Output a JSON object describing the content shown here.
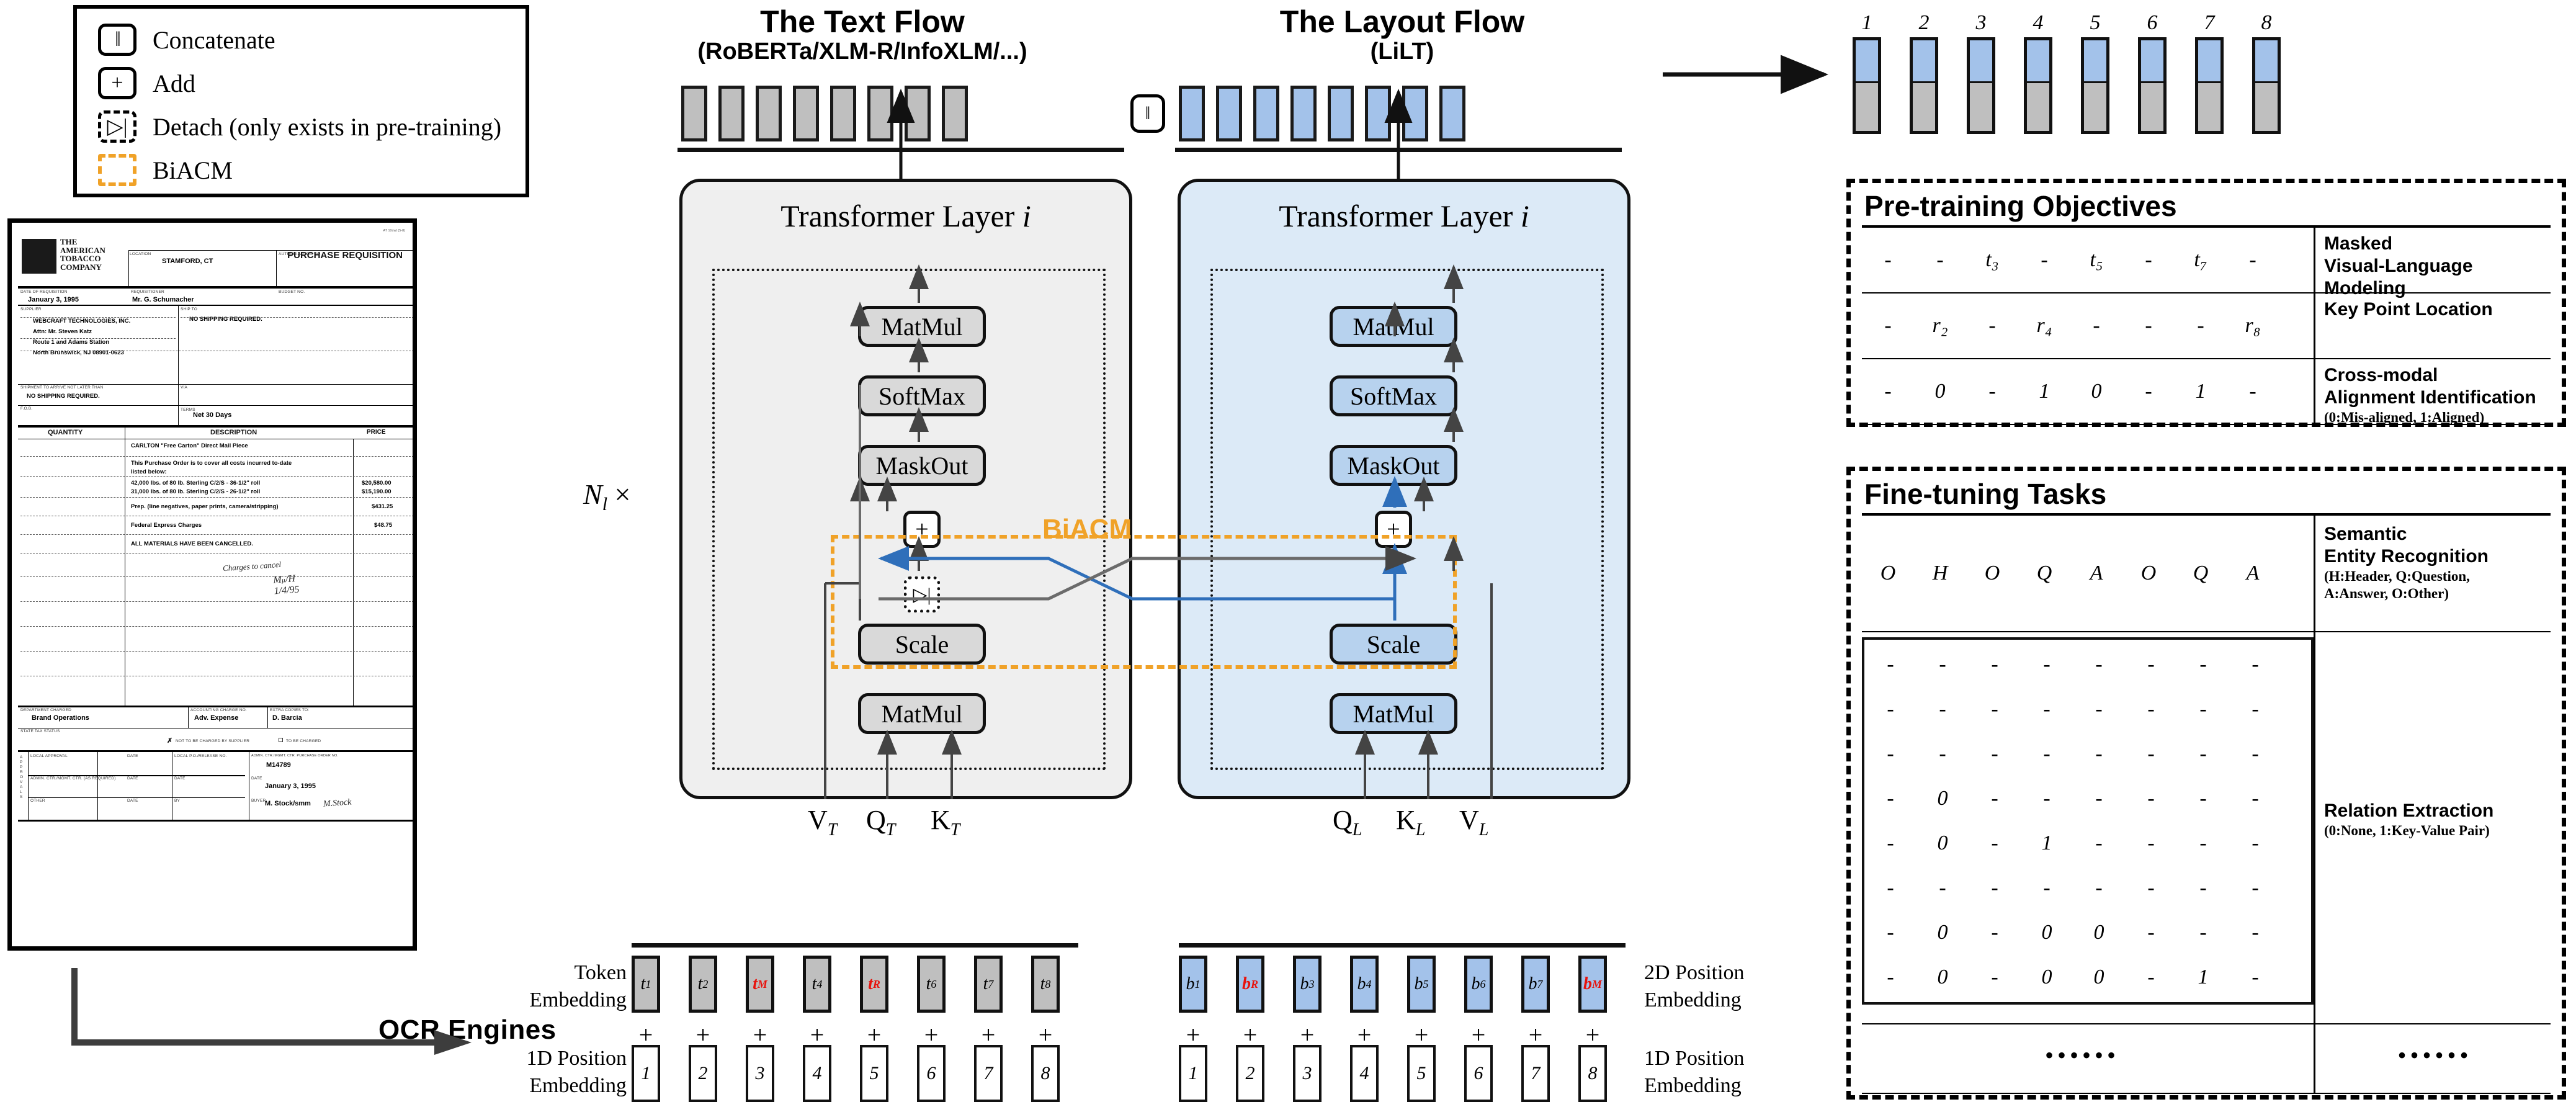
{
  "legend": {
    "items": [
      {
        "symbol": "‖",
        "label": "Concatenate",
        "style": "solid"
      },
      {
        "symbol": "+",
        "label": "Add",
        "style": "solid"
      },
      {
        "symbol": "▷|",
        "label": "Detach (only exists in pre-training)",
        "style": "dashed"
      },
      {
        "symbol": "",
        "label": "BiACM",
        "style": "orange"
      }
    ]
  },
  "document": {
    "company_lines": [
      "THE",
      "AMERICAN",
      "TOBACCO",
      "COMPANY"
    ],
    "form_title": "PURCHASE REQUISITION",
    "top_right_note": "AT 10cwt (5-8)",
    "fields": [
      {
        "label": "LOCATION",
        "value": "STAMFORD, CT"
      },
      {
        "label": "AUTHORIZATION NO.",
        "value": ""
      },
      {
        "label": "DATE OF REQUISITION",
        "value": "January 3, 1995"
      },
      {
        "label": "REQUISITIONER",
        "value": "Mr. G. Schumacher"
      },
      {
        "label": "BUDGET NO.",
        "value": ""
      },
      {
        "label": "SUPPLIER",
        "value": ""
      },
      {
        "label": "SHIP TO",
        "value": "NO SHIPPING REQUIRED."
      },
      {
        "label": "SHIPMENT TO ARRIVE NOT LATER THAN",
        "value": "NO SHIPPING REQUIRED."
      },
      {
        "label": "VIA",
        "value": ""
      },
      {
        "label": "F.O.B.",
        "value": ""
      },
      {
        "label": "TERMS",
        "value": "Net 30 Days"
      }
    ],
    "supplier_lines": [
      "WEBCRAFT TECHNOLOGIES, INC.",
      "Attn: Mr. Steven Katz",
      "Route 1 and Adams Station",
      "North Brunswick, NJ 08901-0623"
    ],
    "table_headers": [
      "QUANTITY",
      "DESCRIPTION",
      "PRICE"
    ],
    "line_items": [
      {
        "desc": "CARLTON \"Free Carton\" Direct Mail Piece",
        "price": ""
      },
      {
        "desc": "This Purchase Order is to cover all costs incurred to-date",
        "price": ""
      },
      {
        "desc": "listed below:",
        "price": ""
      },
      {
        "desc": "42,000 lbs. of 80 lb. Sterling C/2/S - 36-1/2\" roll",
        "price": "$20,580.00"
      },
      {
        "desc": "31,000 lbs. of 80 lb. Sterling C/2/S - 26-1/2\" roll",
        "price": "$15,190.00"
      },
      {
        "desc": "Prep. (line negatives, paper prints, camera/stripping)",
        "price": "$431.25"
      },
      {
        "desc": "Federal Express Charges",
        "price": "$48.75"
      },
      {
        "desc": "ALL MATERIALS HAVE BEEN CANCELLED.",
        "price": ""
      }
    ],
    "handwriting": "Charges to cancel",
    "footer_fields": [
      {
        "label": "DEPARTMENT CHARGED",
        "value": "Brand Operations"
      },
      {
        "label": "ACCOUNTING CHARGE NO.",
        "value": "Adv. Expense"
      },
      {
        "label": "EXTRA COPIES TO:",
        "value": "D. Barcia"
      },
      {
        "label": "STATE TAX STATUS",
        "value": ""
      }
    ],
    "tax_options": [
      "NOT TO BE CHARGED BY SUPPLIER",
      "TO BE CHARGED"
    ],
    "approvals_label": "APPROVALS",
    "approval_rows": [
      {
        "label": "LOCAL APPROVAL",
        "date": "DATE"
      },
      {
        "label": "ADMIN. CTR./MGMT. CTR. (AS REQUIRED)",
        "date": "DATE"
      },
      {
        "label": "OTHER",
        "date": "DATE"
      }
    ],
    "po_label": "ADMIN. CTR./MGMT. CTR. PURCHASE ORDER NO.",
    "po_number": "M14789",
    "po_date": "January 3, 1995",
    "buyer_label": "BUYER",
    "buyer": "M. Stock/smm",
    "release_label": "LOCAL P.O./RELEASE NO."
  },
  "ocr": {
    "label": "OCR Engines"
  },
  "text_flow": {
    "title": "The Text Flow",
    "subtitle": "(RoBERTa/XLM-R/InfoXLM/...)",
    "layer_title": "Transformer Layer",
    "layer_index": "i",
    "ops": [
      "MatMul",
      "SoftMax",
      "MaskOut",
      "Scale",
      "MatMul"
    ],
    "inputs": [
      "V",
      "Q",
      "K"
    ],
    "input_sub": "T",
    "n_tokens": 8
  },
  "layout_flow": {
    "title": "The Layout Flow",
    "subtitle": "(LiLT)",
    "layer_title": "Transformer Layer",
    "layer_index": "i",
    "ops": [
      "MatMul",
      "SoftMax",
      "MaskOut",
      "Scale",
      "MatMul"
    ],
    "inputs": [
      "Q",
      "K",
      "V"
    ],
    "input_sub": "L",
    "n_tokens": 8
  },
  "biacm": {
    "label": "BiACM",
    "add_symbol": "+",
    "detach_symbol": "▷|",
    "color": "#F0A228"
  },
  "repeat": {
    "label": "N",
    "sub": "l",
    "times": "×"
  },
  "embeddings": {
    "token_label": "Token\nEmbedding",
    "pos1d_label": "1D Position\nEmbedding",
    "pos2d_label": "2D Position\nEmbedding",
    "pos1d_label_right": "1D Position\nEmbedding",
    "plus": "+",
    "text_tokens": [
      {
        "base": "t",
        "sub": "1",
        "red": false
      },
      {
        "base": "t",
        "sub": "2",
        "red": false
      },
      {
        "base": "t",
        "sub": "M",
        "red": true
      },
      {
        "base": "t",
        "sub": "4",
        "red": false
      },
      {
        "base": "t",
        "sub": "R",
        "red": true
      },
      {
        "base": "t",
        "sub": "6",
        "red": false
      },
      {
        "base": "t",
        "sub": "7",
        "red": false
      },
      {
        "base": "t",
        "sub": "8",
        "red": false
      }
    ],
    "layout_tokens": [
      {
        "base": "b",
        "sub": "1",
        "red": false
      },
      {
        "base": "b",
        "sub": "R",
        "red": true
      },
      {
        "base": "b",
        "sub": "3",
        "red": false
      },
      {
        "base": "b",
        "sub": "4",
        "red": false
      },
      {
        "base": "b",
        "sub": "5",
        "red": false
      },
      {
        "base": "b",
        "sub": "6",
        "red": false
      },
      {
        "base": "b",
        "sub": "7",
        "red": false
      },
      {
        "base": "b",
        "sub": "M",
        "red": true
      }
    ],
    "positions": [
      "1",
      "2",
      "3",
      "4",
      "5",
      "6",
      "7",
      "8"
    ]
  },
  "output": {
    "indices": [
      "1",
      "2",
      "3",
      "4",
      "5",
      "6",
      "7",
      "8"
    ],
    "top_color": "#A3C2EA",
    "bottom_color": "#BFBFBF"
  },
  "pretraining": {
    "title": "Pre-training Objectives",
    "rows": [
      {
        "cells": [
          "-",
          "-",
          "t₃",
          "-",
          "t₅",
          "-",
          "t₇",
          "-"
        ],
        "name": "Masked\nVisual-Language Modeling",
        "note": ""
      },
      {
        "cells": [
          "-",
          "r₂",
          "-",
          "r₄",
          "-",
          "-",
          "-",
          "r₈"
        ],
        "name": "Key Point Location",
        "note": ""
      },
      {
        "cells": [
          "-",
          "0",
          "-",
          "1",
          "0",
          "-",
          "1",
          "-"
        ],
        "name": "Cross-modal\nAlignment Identification",
        "note": "(0:Mis-aligned, 1:Aligned)"
      }
    ]
  },
  "finetuning": {
    "title": "Fine-tuning Tasks",
    "ser": {
      "cells": [
        "O",
        "H",
        "O",
        "Q",
        "A",
        "O",
        "Q",
        "A"
      ],
      "name": "Semantic\nEntity Recognition",
      "note": "(H:Header, Q:Question,\n A:Answer, O:Other)"
    },
    "re": {
      "name": "Relation Extraction",
      "note": "(0:None, 1:Key-Value Pair)",
      "matrix": [
        [
          "-",
          "-",
          "-",
          "-",
          "-",
          "-",
          "-",
          "-"
        ],
        [
          "-",
          "-",
          "-",
          "-",
          "-",
          "-",
          "-",
          "-"
        ],
        [
          "-",
          "-",
          "-",
          "-",
          "-",
          "-",
          "-",
          "-"
        ],
        [
          "-",
          "0",
          "-",
          "-",
          "-",
          "-",
          "-",
          "-"
        ],
        [
          "-",
          "0",
          "-",
          "1",
          "-",
          "-",
          "-",
          "-"
        ],
        [
          "-",
          "-",
          "-",
          "-",
          "-",
          "-",
          "-",
          "-"
        ],
        [
          "-",
          "0",
          "-",
          "0",
          "0",
          "-",
          "-",
          "-"
        ],
        [
          "-",
          "0",
          "-",
          "0",
          "0",
          "-",
          "1",
          "-"
        ]
      ]
    },
    "ellipsis_left": "••••••",
    "ellipsis_right": "••••••"
  }
}
